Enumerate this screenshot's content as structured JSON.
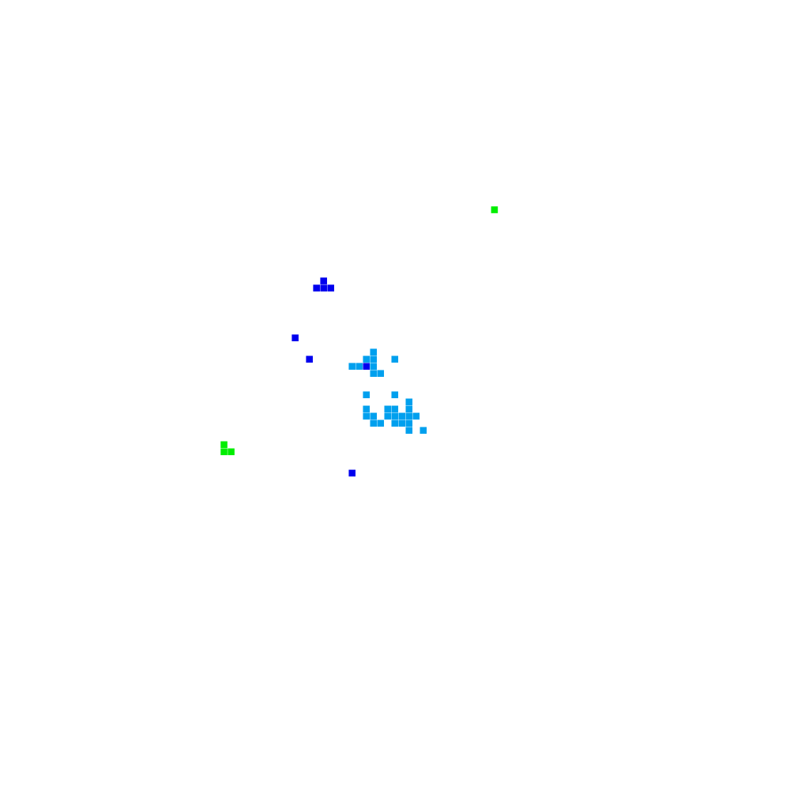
{
  "palette": {
    "background": "#ffffff",
    "blue": "#0000ee",
    "sky": "#00a0ee",
    "green": "#00ee00"
  },
  "clusters": [
    {
      "name": "green-cluster-top-right",
      "color": "green",
      "cells": [
        [
          69,
          29
        ]
      ]
    },
    {
      "name": "blue-cluster-top",
      "color": "blue",
      "cells": [
        [
          45,
          39
        ],
        [
          44,
          40
        ],
        [
          45,
          40
        ],
        [
          46,
          40
        ]
      ]
    },
    {
      "name": "blue-cluster-isolated",
      "color": "blue",
      "cells": [
        [
          41,
          47
        ],
        [
          43,
          50
        ],
        [
          49,
          66
        ]
      ]
    },
    {
      "name": "sky-cluster-upper",
      "color": "sky",
      "cells": [
        [
          52,
          49
        ],
        [
          51,
          50
        ],
        [
          52,
          50
        ],
        [
          55,
          50
        ],
        [
          49,
          51
        ],
        [
          50,
          51
        ],
        [
          52,
          51
        ],
        [
          52,
          52
        ],
        [
          53,
          52
        ]
      ]
    },
    {
      "name": "blue-cluster-center",
      "color": "blue",
      "cells": [
        [
          51,
          51
        ]
      ]
    },
    {
      "name": "sky-cluster-lower",
      "color": "sky",
      "cells": [
        [
          51,
          55
        ],
        [
          55,
          55
        ],
        [
          57,
          56
        ],
        [
          51,
          57
        ],
        [
          54,
          57
        ],
        [
          55,
          57
        ],
        [
          57,
          57
        ],
        [
          51,
          58
        ],
        [
          52,
          58
        ],
        [
          54,
          58
        ],
        [
          55,
          58
        ],
        [
          56,
          58
        ],
        [
          57,
          58
        ],
        [
          58,
          58
        ],
        [
          52,
          59
        ],
        [
          53,
          59
        ],
        [
          55,
          59
        ],
        [
          56,
          59
        ],
        [
          57,
          59
        ],
        [
          57,
          60
        ],
        [
          59,
          60
        ]
      ]
    },
    {
      "name": "green-cluster-left",
      "color": "green",
      "cells": [
        [
          31,
          62
        ],
        [
          31,
          63
        ],
        [
          32,
          63
        ]
      ]
    }
  ]
}
